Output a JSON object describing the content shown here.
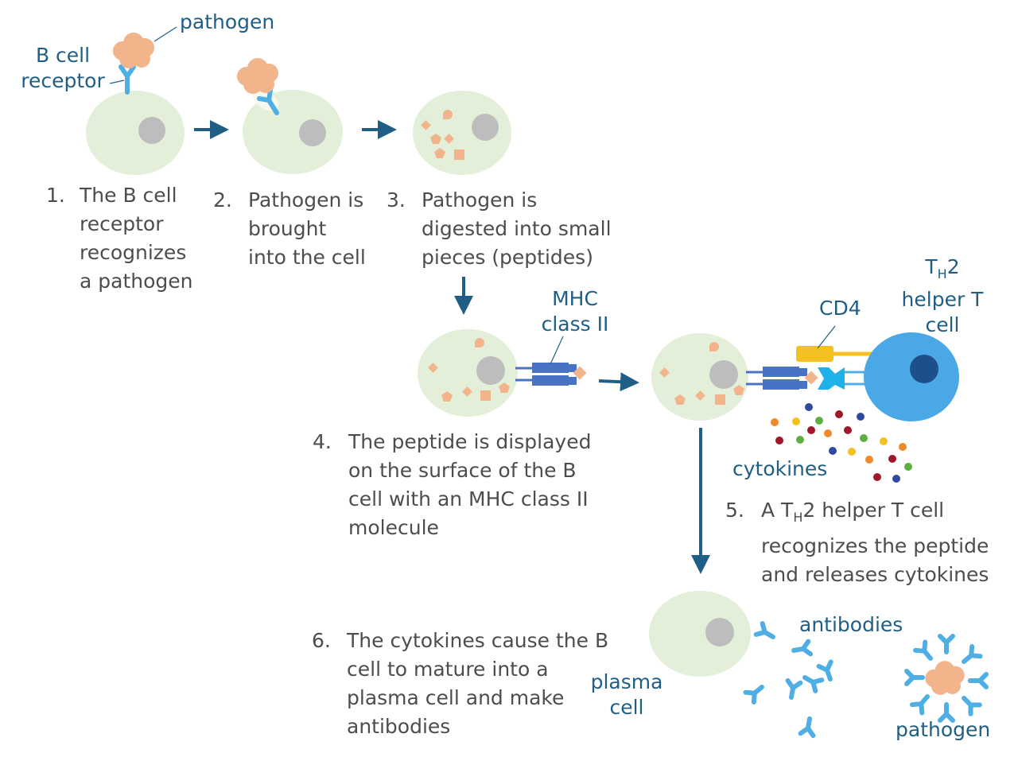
{
  "labels": {
    "pathogen_top": "pathogen",
    "b_cell_receptor_1": "B cell",
    "b_cell_receptor_2": "receptor",
    "mhc_1": "MHC",
    "mhc_2": "class II",
    "cd4": "CD4",
    "th2_t": "T",
    "th2_sub": "H",
    "th2_rest": "2",
    "th2_line2": "helper T",
    "th2_line3": "cell",
    "cytokines": "cytokines",
    "antibodies": "antibodies",
    "plasma_1": "plasma",
    "plasma_2": "cell",
    "pathogen_bottom": "pathogen"
  },
  "steps": {
    "s1": {
      "num": "1.",
      "lines": [
        "The B cell",
        "receptor",
        "recognizes",
        "a pathogen"
      ]
    },
    "s2": {
      "num": "2.",
      "lines": [
        "Pathogen is",
        "brought",
        "into the cell"
      ]
    },
    "s3": {
      "num": "3.",
      "lines": [
        "Pathogen is",
        "digested into small",
        "pieces (peptides)"
      ]
    },
    "s4": {
      "num": "4.",
      "lines": [
        "The peptide is displayed",
        "on the surface of the B",
        "cell with an MHC class II",
        "molecule"
      ]
    },
    "s5": {
      "num": "5.",
      "pre": "A T",
      "sub": "H",
      "post": "2 helper T cell",
      "lines": [
        "recognizes the peptide",
        "and releases cytokines"
      ]
    },
    "s6": {
      "num": "6.",
      "lines": [
        "The cytokines cause the B",
        "cell to mature into a",
        "plasma cell and make",
        "antibodies"
      ]
    }
  },
  "colors": {
    "cell": "#e3efd8",
    "nucleus": "#bdbdbd",
    "pathogen": "#f2b48a",
    "receptor": "#4fafe4",
    "mhc": "#4a72c4",
    "cd4": "#f5c022",
    "t_cell": "#4aa8e6",
    "t_nucleus": "#1f4e8c",
    "arrow": "#1f5f86",
    "label": "#1f5f86",
    "text": "#4d4d4d"
  }
}
